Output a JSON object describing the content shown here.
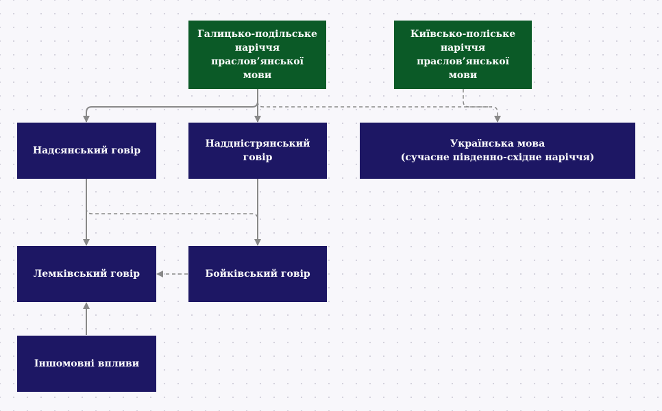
{
  "colors": {
    "proto_node": "#0b5a27",
    "dialect_node": "#1d1764",
    "node_text": "#ffffff",
    "connector": "#888888"
  },
  "nodes": {
    "galician_podolian": "Галицько-подільське\nнаріччя\nпраслов’янської мови",
    "kyiv_polissian": "Київсько-поліське\nнаріччя\nпраслов’янської мови",
    "nadsian": "Надсянський говір",
    "naddnistrian": "Наддністрянський\nговір",
    "ukrainian": "Українська мова\n(сучасне південно-східне наріччя)",
    "lemko": "Лемківський говір",
    "boyko": "Бойківський говір",
    "foreign": "Іншомовні впливи"
  },
  "edges": [
    {
      "from": "galician_podolian",
      "to": "nadsian",
      "style": "solid"
    },
    {
      "from": "galician_podolian",
      "to": "naddnistrian",
      "style": "solid"
    },
    {
      "from": "galician_podolian",
      "to": "ukrainian",
      "style": "dashed"
    },
    {
      "from": "kyiv_polissian",
      "to": "ukrainian",
      "style": "dashed"
    },
    {
      "from": "nadsian",
      "to": "lemko",
      "style": "solid"
    },
    {
      "from": "nadsian",
      "to": "boyko",
      "style": "dashed"
    },
    {
      "from": "naddnistrian",
      "to": "boyko",
      "style": "solid"
    },
    {
      "from": "boyko",
      "to": "lemko",
      "style": "dashed"
    },
    {
      "from": "foreign",
      "to": "lemko",
      "style": "solid"
    }
  ]
}
